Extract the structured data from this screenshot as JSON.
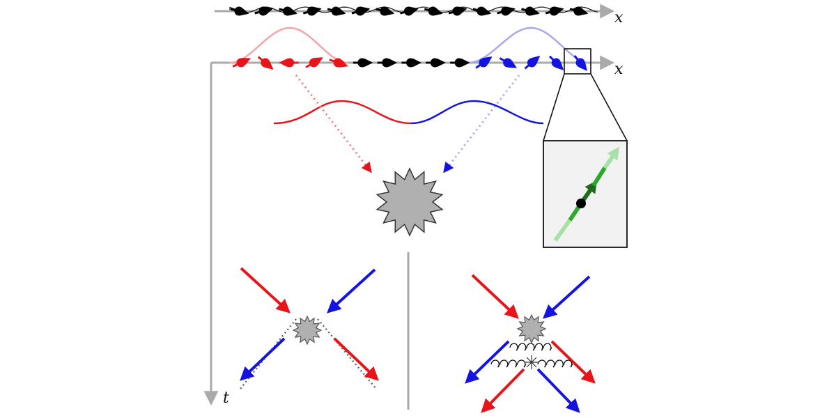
{
  "labels": {
    "x_axis_top": "x",
    "x_axis_lattice": "x",
    "t_axis": "t"
  },
  "colors": {
    "left_packet": "#e8141a",
    "right_packet": "#1414e0",
    "site": "#000000",
    "axis": "#aaaaaa",
    "blob": "#b0b0b0",
    "spin_dark": "#1e6b1e",
    "spin_mid": "#2da82d",
    "spin_light": "#a8e0a8",
    "inset_bg": "#f2f2f2"
  },
  "icons": {
    "collision": "star-burst-icon",
    "spin": "spin-arrow-icon"
  },
  "lattice": {
    "sites_per_row": 15,
    "left_packet_sites": 5,
    "right_packet_sites": 5
  }
}
